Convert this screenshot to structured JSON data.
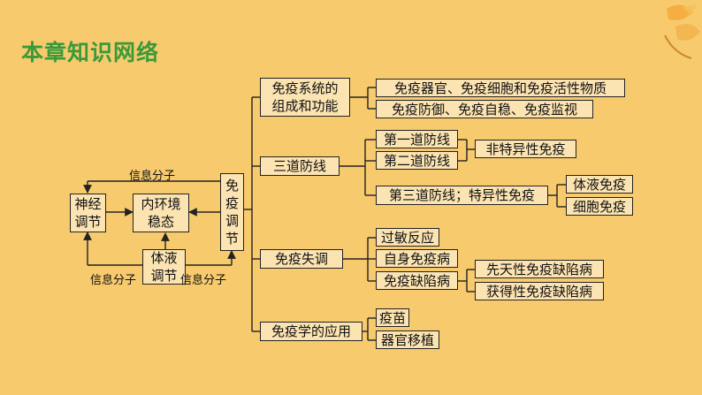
{
  "title": "本章知识网络",
  "center": "免疫调节",
  "left": {
    "nerve": "神经调节",
    "internal": "内环境稳态",
    "fluid": "体液调节",
    "signal_top": "信息分子",
    "signal_left": "信息分子",
    "signal_right": "信息分子"
  },
  "branches": {
    "system": {
      "label": "免疫系统的组成和功能",
      "items": [
        "免疫器官、免疫细胞和免疫活性物质",
        "免疫防御、免疫自稳、免疫监视"
      ]
    },
    "lines": {
      "label": "三道防线",
      "first": "第一道防线",
      "second": "第二道防线",
      "nonspecific": "非特异性免疫",
      "third": "第三道防线；特异性免疫",
      "humoral": "体液免疫",
      "cellular": "细胞免疫"
    },
    "disorder": {
      "label": "免疫失调",
      "allergy": "过敏反应",
      "autoimmune": "自身免疫病",
      "deficiency": "免疫缺陷病",
      "congenital": "先天性免疫缺陷病",
      "acquired": "获得性免疫缺陷病"
    },
    "application": {
      "label": "免疫学的应用",
      "vaccine": "疫苗",
      "transplant": "器官移植"
    }
  }
}
